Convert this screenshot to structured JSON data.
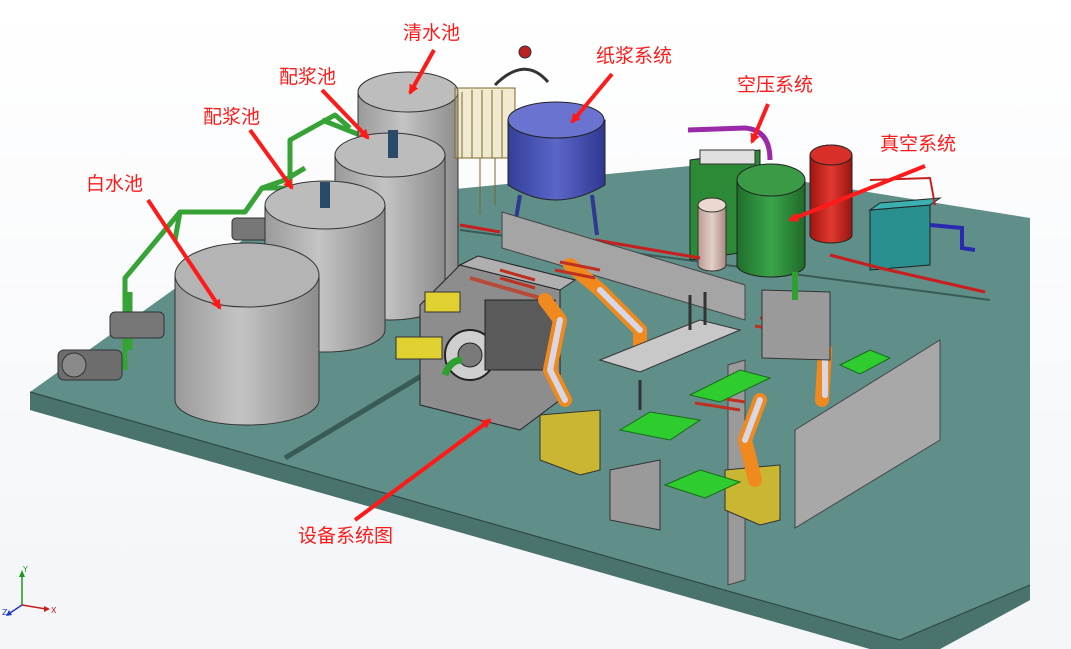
{
  "labels": {
    "white_water_tank": "白水池",
    "mixing_tank_1": "配浆池",
    "mixing_tank_2": "配浆池",
    "clear_water_tank": "清水池",
    "pulp_system": "纸浆系统",
    "air_pressure_system": "空压系统",
    "vacuum_system": "真空系统",
    "equipment_system_diagram": "设备系统图"
  },
  "triad": {
    "x": "X",
    "y": "Y",
    "z": "Z"
  },
  "colors": {
    "label_red": "#ff1a1a",
    "floor": "#5e8f87",
    "tank_grey": "#a8a8a8",
    "pipe_green": "#3aa13a",
    "robot_orange": "#f08a1e",
    "pulp_tank_blue": "#4a55b8",
    "vacuum_green": "#2f8f3a",
    "air_tank_red": "#c8201c",
    "conveyor_green": "#2ecc2e"
  }
}
